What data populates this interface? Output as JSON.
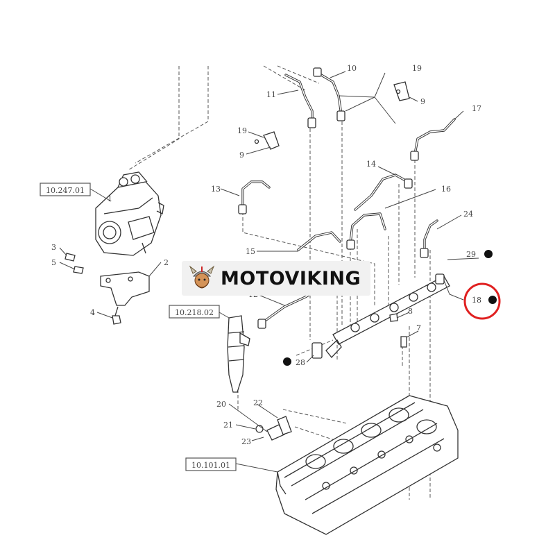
{
  "watermark": {
    "text": "MOTOVIKING",
    "icon": "viking-head-icon"
  },
  "reference_boxes": {
    "injection_pump": "10.247.01",
    "injector": "10.218.02",
    "cylinder_head": "10.101.01"
  },
  "callouts": {
    "c1": "1",
    "c2": "2",
    "c3": "3",
    "c4": "4",
    "c5": "5",
    "c7": "7",
    "c8": "8",
    "c9a": "9",
    "c9b": "9",
    "c10": "10",
    "c11": "11",
    "c12": "12",
    "c13": "13",
    "c14": "14",
    "c15": "15",
    "c16": "16",
    "c17": "17",
    "c18": "18",
    "c19a": "19",
    "c19b": "19",
    "c20": "20",
    "c21": "21",
    "c22": "22",
    "c23": "23",
    "c24": "24",
    "c28": "28",
    "c29": "29"
  },
  "highlight": {
    "target": "18",
    "color": "#e02020"
  }
}
